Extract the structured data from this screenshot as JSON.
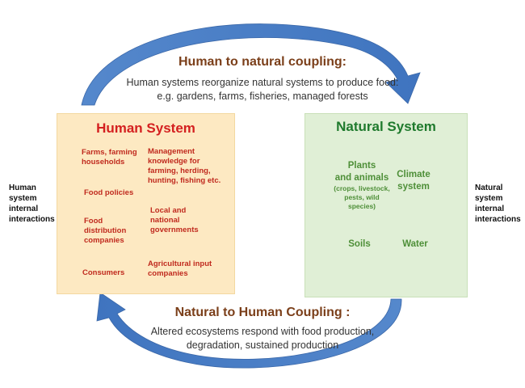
{
  "top": {
    "title": "Human to natural coupling:",
    "line1": "Human systems reorganize natural systems to produce food:",
    "line2": "e.g. gardens, farms, fisheries, managed forests"
  },
  "bottom": {
    "title": "Natural to Human Coupling :",
    "line1": "Altered ecosystems respond with food production,",
    "line2": "degradation,  sustained production"
  },
  "human_system": {
    "title": "Human System",
    "farms": [
      "Farms, farming",
      "households"
    ],
    "management": [
      "Management",
      "knowledge for",
      "farming, herding,",
      "hunting, fishing etc."
    ],
    "food_policies": "Food policies",
    "distribution": [
      "Food",
      "distribution",
      "companies"
    ],
    "governments": [
      "Local and",
      "national",
      "governments"
    ],
    "consumers": "Consumers",
    "agri_input": [
      "Agricultural input",
      "companies"
    ]
  },
  "natural_system": {
    "title": "Natural System",
    "plants": [
      "Plants",
      "and animals"
    ],
    "plants_detail": [
      "(crops, livestock,",
      "pests, wild",
      "species)"
    ],
    "climate": [
      "Climate",
      "system"
    ],
    "soils": "Soils",
    "water": "Water"
  },
  "left_label": [
    "Human",
    "system",
    "internal",
    "interactions"
  ],
  "right_label": [
    "Natural",
    "system",
    "internal",
    "interactions"
  ],
  "colors": {
    "arrow_blue": "#4a7ec4",
    "human_bg": "#fde9c2",
    "natural_bg": "#e0efd6",
    "human_title": "#d42020",
    "natural_title": "#1f7a2d",
    "coupling_title": "#7b3f1a"
  }
}
